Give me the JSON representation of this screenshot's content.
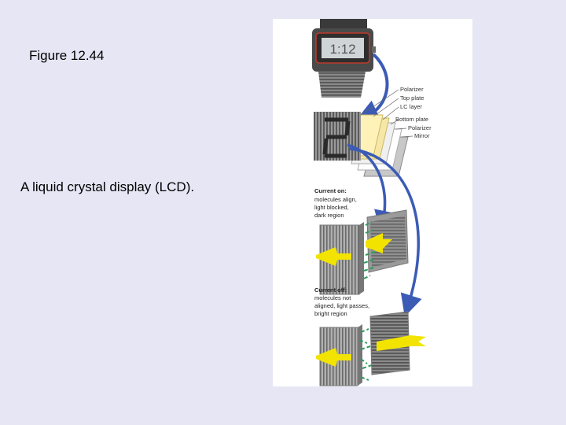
{
  "figure_label": "Figure 12.44",
  "caption": "A liquid crystal display (LCD).",
  "watch_digits": "1:12",
  "layer_labels": [
    "Polarizer",
    "Top plate",
    "LC layer",
    "Bottom plate",
    "Polarizer",
    "Mirror"
  ],
  "current_on_title": "Current on:",
  "current_on_lines": [
    "molecules align,",
    "light blocked,",
    "dark region"
  ],
  "current_off_title": "Current off:",
  "current_off_lines": [
    "molecules not",
    "aligned, light passes,",
    "bright region"
  ],
  "colors": {
    "background": "#e6e6f5",
    "arrow_blue": "#3b5bb5",
    "light_yellow": "#f2e400",
    "molecule_green": "#2e9a5a",
    "plate_gray": "#8c8c8c"
  }
}
